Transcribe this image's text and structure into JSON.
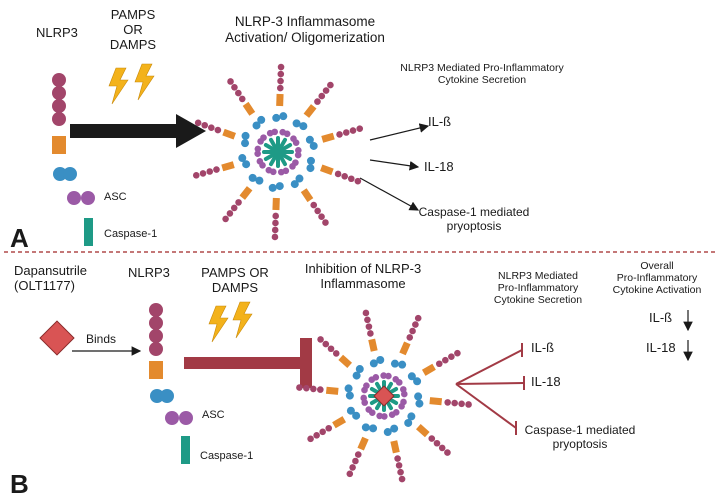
{
  "panel_a": {
    "letter": "A",
    "nlrp3_label": "NLRP3",
    "trigger_line1": "PAMPS",
    "trigger_line2": "OR",
    "trigger_line3": "DAMPS",
    "activation_line1": "NLRP-3 Inflammasome",
    "activation_line2": "Activation/ Oligomerization",
    "secretion_line1": "NLRP3 Mediated Pro-Inflammatory",
    "secretion_line2": "Cytokine Secretion",
    "output_il1b": "IL-ß",
    "output_il18": "IL-18",
    "output_casp_line1": "Caspase-1 mediated",
    "output_casp_line2": "pryoptosis",
    "asc_label": "ASC",
    "caspase_label": "Caspase-1"
  },
  "panel_b": {
    "letter": "B",
    "drug_line1": "Dapansutrile",
    "drug_line2": "(OLT1177)",
    "binds_label": "Binds",
    "nlrp3_label": "NLRP3",
    "trigger_line1": "PAMPS OR",
    "trigger_line2": "DAMPS",
    "inhibition_line1": "Inhibition of NLRP-3",
    "inhibition_line2": "Inflammasome",
    "secretion_line1": "NLRP3 Mediated",
    "secretion_line2": "Pro-Inflammatory",
    "secretion_line3": "Cytokine Secretion",
    "overall_line1": "Overall",
    "overall_line2": "Pro-Inflammatory",
    "overall_line3": "Cytokine Activation",
    "overall_il1b": "IL-ß",
    "overall_il18": "IL-18",
    "output_il1b": "IL-ß",
    "output_il18": "IL-18",
    "output_casp_line1": "Caspase-1 mediated",
    "output_casp_line2": "pryoptosis",
    "asc_label": "ASC",
    "caspase_label": "Caspase-1"
  },
  "colors": {
    "nacht": "#a2456a",
    "pyd": "#e38a2e",
    "lrr": "#3a8fc4",
    "card": "#9b5aa6",
    "caspase": "#1e9a86",
    "lightning": "#f3b21b",
    "inhibitor": "#a23a45",
    "drug": "#d95454",
    "divider": "#b04a4a"
  }
}
